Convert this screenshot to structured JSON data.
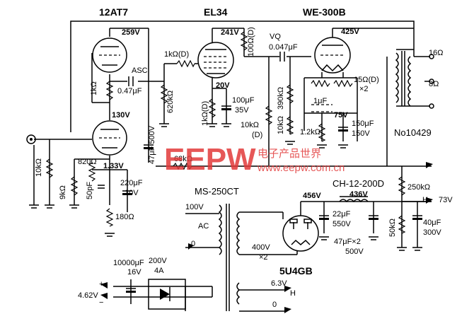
{
  "tubes": {
    "t1": "12AT7",
    "t2": "EL34",
    "t3": "WE-300B",
    "rect": "5U4GB"
  },
  "voltages": {
    "v259": "259V",
    "v130": "130V",
    "v133": "1.33V",
    "v241": "241V",
    "v20": "20V",
    "v425": "425V",
    "v75": "75V",
    "v456": "456V",
    "v436": "436V",
    "v100": "100V",
    "v73": "73V",
    "v63": "6.3V",
    "v200": "200V",
    "v16": "16V",
    "v462": "4.62V"
  },
  "components": {
    "asc": "ASC",
    "c047a": "0.47μF",
    "c047b": "0.047μF",
    "vq": "VQ",
    "r1k": "1kΩ",
    "r130": "1kΩ(D)",
    "r620": "620kΩ",
    "r100d": "100Ω(D)",
    "r1kd": "1kΩ(D)",
    "c100": "100μF",
    "c100v": "35V",
    "r10kd": "10kΩ",
    "r10kd2": "(D)",
    "r390": "390kΩ",
    "r10ka": "10kΩ",
    "r12k": "1.2kΩ",
    "c1u": "1μF",
    "c150": "150μF",
    "c150v": "150V",
    "r15": "15Ω(D)",
    "x2a": "×2",
    "c47a": "47μF 500V",
    "r68": "68kΩ",
    "r10kin": "10kΩ",
    "r9k": "9kΩ",
    "r820": "820Ω",
    "c50p": "50pF",
    "c220": "220μF",
    "c220v": "10V",
    "r180": "180Ω",
    "r250": "250kΩ",
    "r50": "50kΩ",
    "c40": "40μF",
    "c40v": "300V",
    "c22": "22μF",
    "c22v": "550V",
    "c47b": "47μF×2",
    "c47bv": "500V",
    "v400": "400V",
    "x2b": "×2",
    "c10000": "10000μF",
    "diode": "4A",
    "tap16": "16Ω",
    "tap8": "8Ω",
    "out_tr": "No10429",
    "choke": "CH-12-200D",
    "power_tr": "MS-250CT",
    "ac": "AC",
    "h1": "H",
    "h2": "H",
    "zero1": "0",
    "zero2": "0",
    "plus": "+",
    "minus": "−"
  },
  "watermark": {
    "logo": "EEPW",
    "cn": "电子产品世界",
    "url": "www.eepw.com.cn"
  }
}
